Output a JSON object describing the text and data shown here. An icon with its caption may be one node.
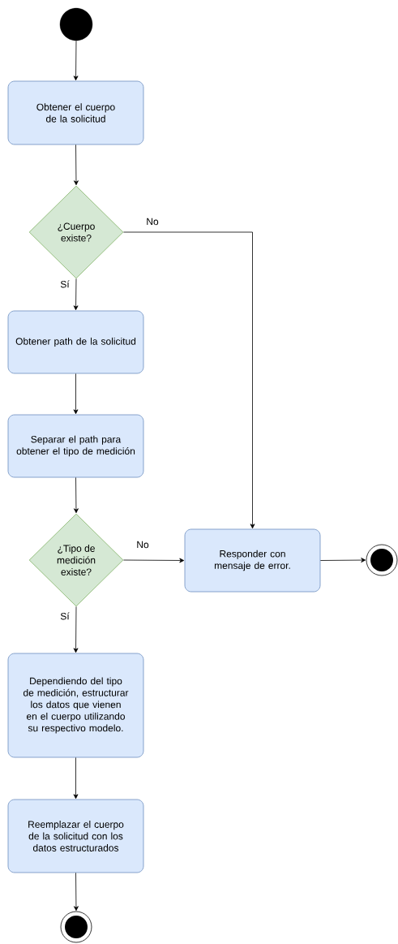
{
  "diagram": {
    "nodes": [
      {
        "text": [],
        "shape": "circle"
      },
      {
        "text": [
          "Obtener el cuerpo de la solicitud"
        ]
      },
      {
        "text": [
          "¿Cuerpo existe?"
        ]
      },
      {
        "text": [
          "Obtener path de la solicitud"
        ]
      },
      {
        "text": [
          "Separar el path para obtener el tipo de medición"
        ]
      },
      {
        "text": [
          "¿Tipo de medición existe?"
        ]
      },
      {
        "text": [
          "Responder con mensaje de error."
        ]
      },
      {
        "text": [],
        "shape": "bullseye"
      },
      {
        "text": [
          "Dependiendo del tipo de medición, estructurar los datos que vienen en el cuerpo utilizando su respectivo modelo."
        ]
      },
      {
        "text": [
          "Reemplazar el cuerpo de la solicitud con los datos estructurados"
        ]
      },
      {
        "text": [],
        "shape": "bullseye"
      }
    ],
    "edges": [
      {
        "from": 0,
        "to": 1,
        "arrow": "to"
      },
      {
        "from": 1,
        "to": 2,
        "arrow": "to"
      },
      {
        "from": 2,
        "to": 3,
        "arrow": "to",
        "label": "Sí"
      },
      {
        "from": 2,
        "to": 6,
        "arrow": "to",
        "label": "No"
      },
      {
        "from": 3,
        "to": 4,
        "arrow": "to"
      },
      {
        "from": 4,
        "to": 5,
        "arrow": "to"
      },
      {
        "from": 5,
        "to": 6,
        "arrow": "to",
        "label": "No"
      },
      {
        "from": 6,
        "to": 7,
        "arrow": "to"
      },
      {
        "from": 5,
        "to": 8,
        "arrow": "to",
        "label": "Sí"
      },
      {
        "from": 8,
        "to": 9,
        "arrow": "to"
      },
      {
        "from": 9,
        "to": 10,
        "arrow": "to"
      }
    ]
  }
}
